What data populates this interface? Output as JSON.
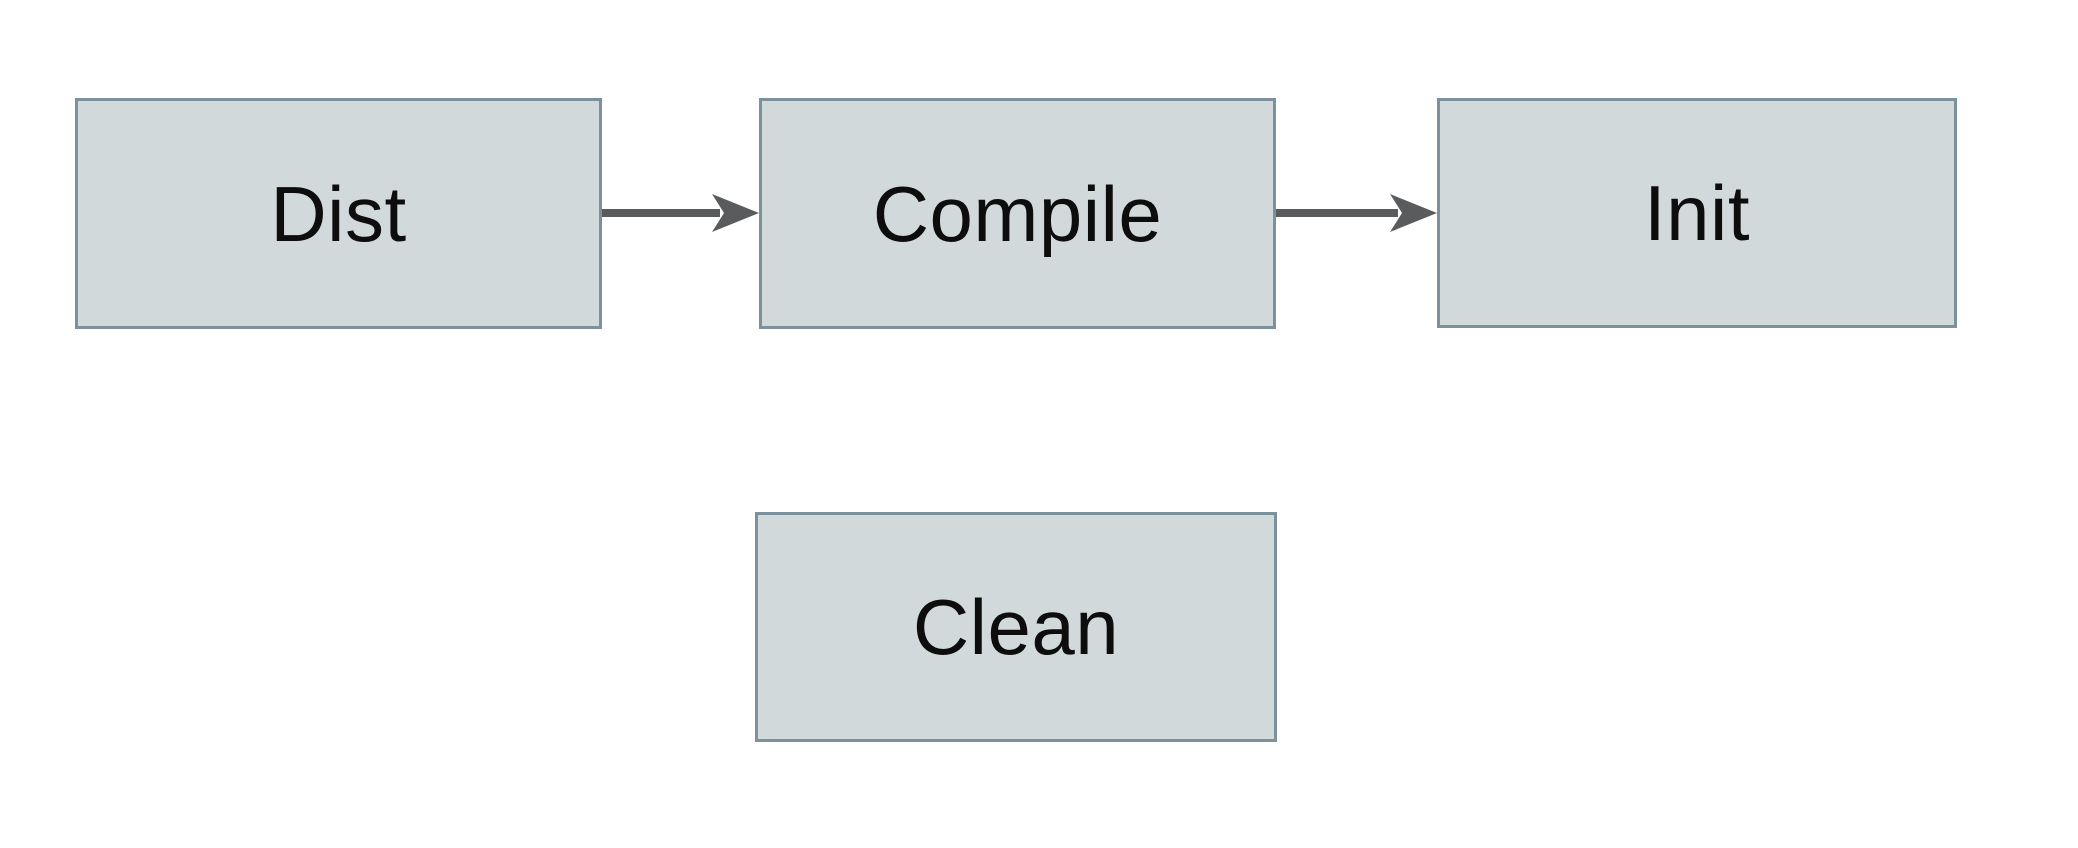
{
  "diagram": {
    "title": "build-targets-flowchart",
    "background_color": "#ffffff",
    "nodes": [
      {
        "id": "dist",
        "label": "Dist"
      },
      {
        "id": "compile",
        "label": "Compile"
      },
      {
        "id": "init",
        "label": "Init"
      },
      {
        "id": "clean",
        "label": "Clean"
      }
    ],
    "edges": [
      {
        "from": "Dist",
        "to": "Compile",
        "style": "arrow-right"
      },
      {
        "from": "Compile",
        "to": "Init",
        "style": "arrow-right"
      }
    ],
    "colors": {
      "node_fill": "#d2d9da",
      "node_border": "#7d919c",
      "arrow": "#595b5d",
      "text": "#0d0d0d"
    }
  }
}
